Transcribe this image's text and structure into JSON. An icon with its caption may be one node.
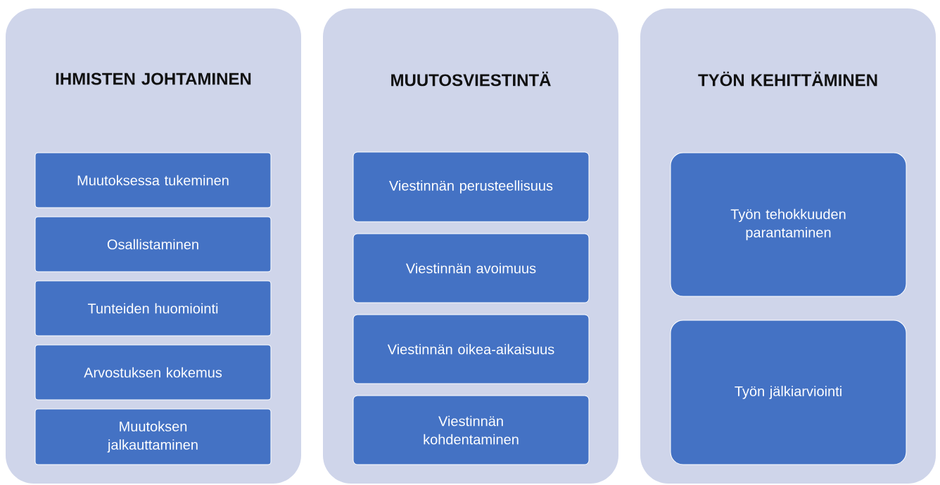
{
  "diagram": {
    "nodes": [
      {
        "text": [
          "IHMISTEN JOHTAMINEN"
        ]
      },
      {
        "text": [
          "Muutoksessa tukeminen"
        ],
        "in": 0
      },
      {
        "text": [
          "Osallistaminen"
        ],
        "in": 0
      },
      {
        "text": [
          "Tunteiden huomiointi"
        ],
        "in": 0
      },
      {
        "text": [
          "Arvostuksen kokemus"
        ],
        "in": 0
      },
      {
        "text": [
          "Muutoksen jalkauttaminen"
        ],
        "in": 0
      },
      {
        "text": [
          "MUUTOSVIESTINTÄ"
        ]
      },
      {
        "text": [
          "Viestinnän perusteellisuus"
        ],
        "in": 6
      },
      {
        "text": [
          "Viestinnän avoimuus"
        ],
        "in": 6
      },
      {
        "text": [
          "Viestinnän oikea-aikaisuus"
        ],
        "in": 6
      },
      {
        "text": [
          "Viestinnän kohdentaminen"
        ],
        "in": 6
      },
      {
        "text": [
          "TYÖN KEHITTÄMINEN"
        ]
      },
      {
        "text": [
          "Työn tehokkuuden parantaminen"
        ],
        "in": 11
      },
      {
        "text": [
          "Työn jälkiarviointi"
        ],
        "in": 11
      }
    ]
  }
}
